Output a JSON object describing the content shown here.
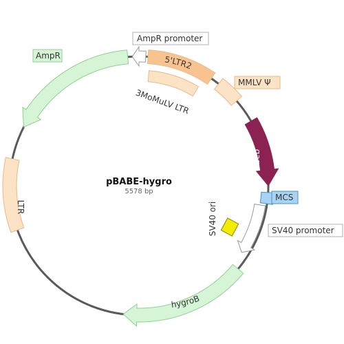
{
  "plasmid": {
    "name": "pBABE-hygro",
    "size": "5578 bp"
  },
  "colors": {
    "backbone": "#5a5a5a",
    "resistance_fill": "#d6f5d6",
    "resistance_stroke": "#8fcf8f",
    "ltr_fill": "#fde3c6",
    "ltr_stroke": "#e6b98a",
    "ltr2_fill": "#f9c38f",
    "gag_fill": "#8b2252",
    "promoter_fill": "#ffffff",
    "promoter_stroke": "#9a9a9a",
    "mcs_fill": "#a9d3f5",
    "mcs_stroke": "#4a90c8",
    "ori_fill": "#f4ec00",
    "ori_stroke": "#8a8400",
    "label_box_stroke": "#b0b0b0"
  },
  "features": {
    "ampr": {
      "label": "AmpR"
    },
    "ampr_promoter": {
      "label": "AmpR promoter"
    },
    "ltr5": {
      "label": "5'LTR2"
    },
    "mmlv_psi": {
      "label": "MMLV Ψ"
    },
    "gag": {
      "label": "gag"
    },
    "mcs": {
      "label": "MCS"
    },
    "sv40_promoter": {
      "label": "SV40 promoter"
    },
    "sv40_ori": {
      "label": "SV40 ori"
    },
    "hygrob": {
      "label": "hygroB"
    },
    "ltr": {
      "label": "LTR"
    },
    "ltr3": {
      "label": "3MoMuLV LTR"
    }
  }
}
